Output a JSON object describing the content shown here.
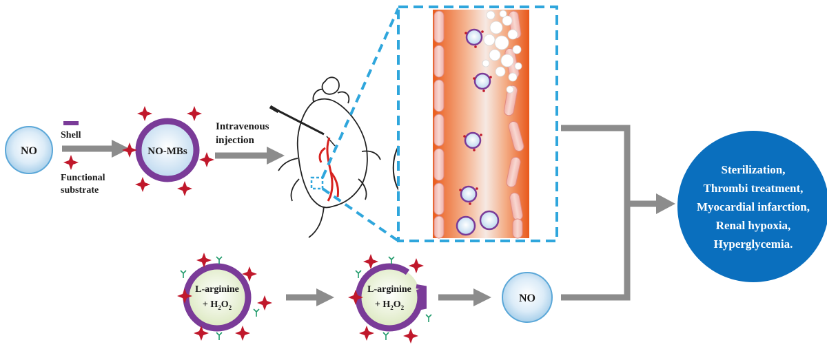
{
  "labels": {
    "no_left": "NO",
    "shell": "Shell",
    "functional_1": "Functional",
    "functional_2": "substrate",
    "no_mbs": "NO-MBs",
    "iv_1": "Intravenous",
    "iv_2": "injection",
    "larg_1": "L-arginine",
    "h2o2_pre": "+ H",
    "h2o2_sub1": "2",
    "h2o2_mid": "O",
    "h2o2_sub2": "2",
    "larg_2": "L-arginine",
    "h2o2b_pre": "+ H",
    "h2o2b_sub1": "2",
    "h2o2b_mid": "O",
    "h2o2b_sub2": "2",
    "no_right": "NO"
  },
  "outcomes": [
    "Sterilization,",
    "Thrombi treatment,",
    "Myocardial  infarction,",
    "Renal hypoxia,",
    "Hyperglycemia."
  ],
  "colors": {
    "shell_purple": "#7a3b98",
    "star_red": "#c0182b",
    "arrow_gray": "#8c8c8c",
    "zoom_blue": "#2fa6dc",
    "vessel_orange": "#ec6a2c",
    "outcome_blue": "#0a6fbe"
  }
}
